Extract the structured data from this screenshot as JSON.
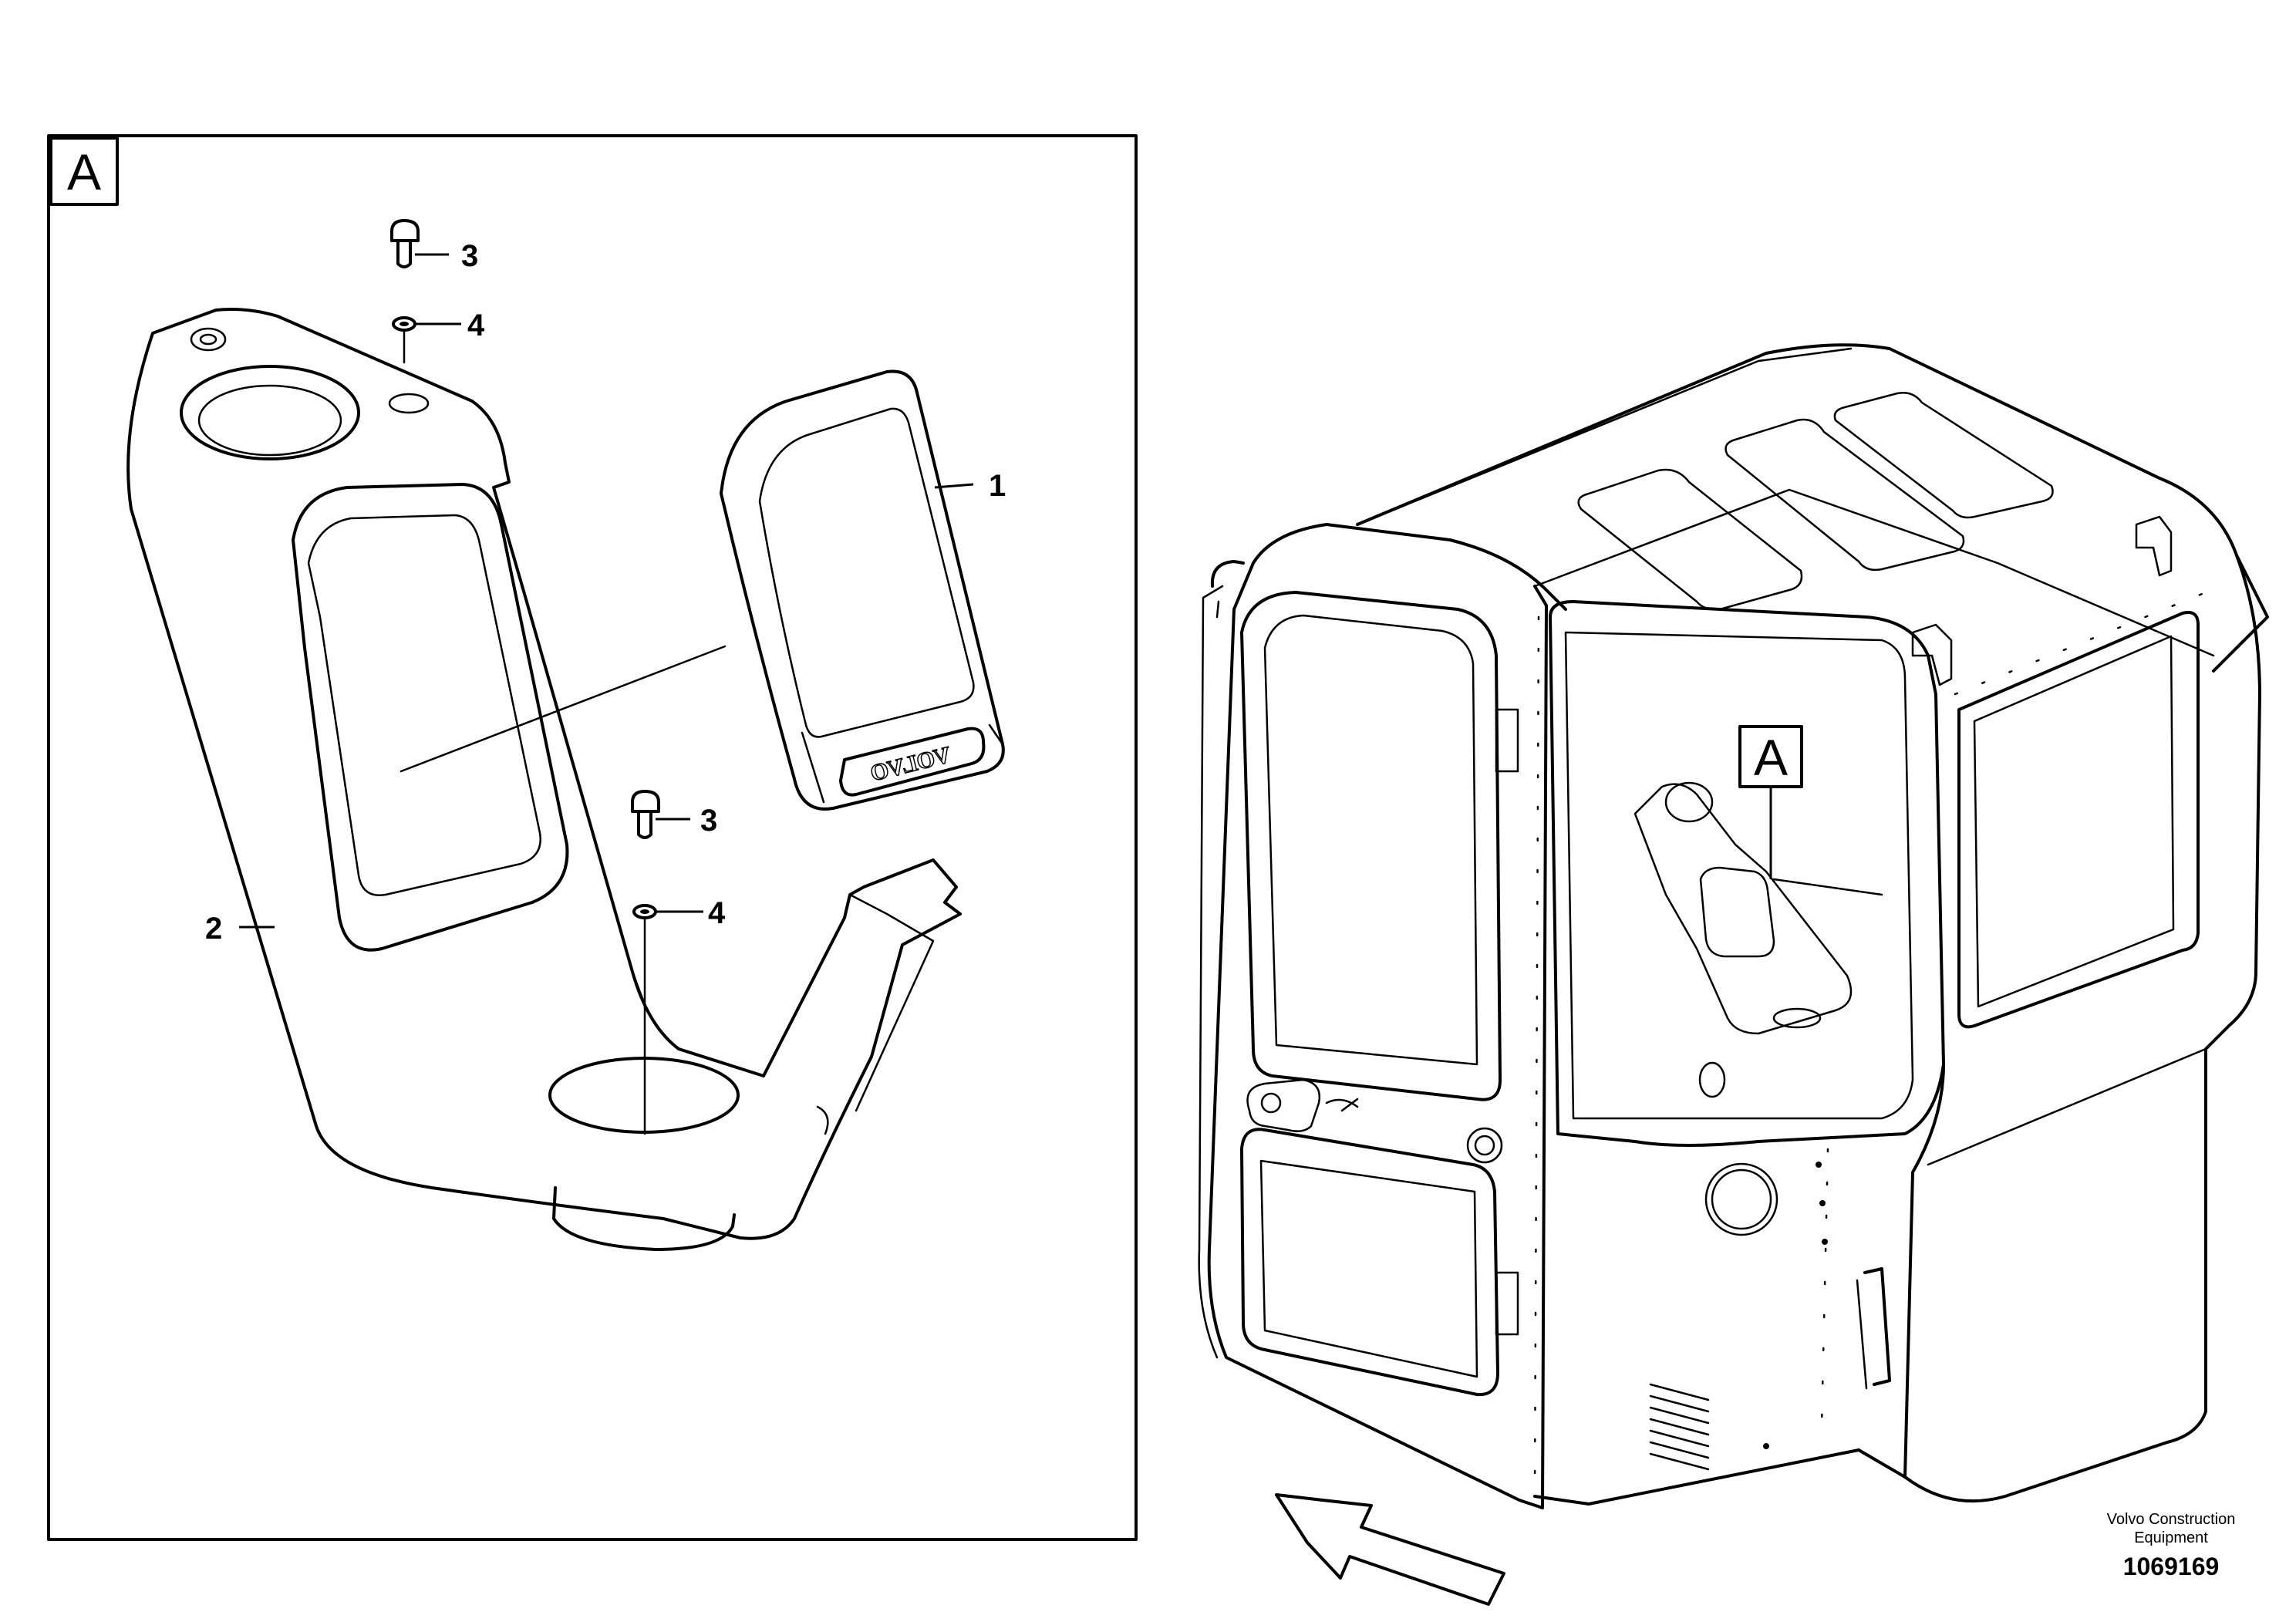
{
  "detail_box": {
    "label": "A"
  },
  "cab_marker": {
    "label": "A"
  },
  "callouts": [
    {
      "id": "1",
      "text": "1"
    },
    {
      "id": "2",
      "text": "2"
    },
    {
      "id": "3a",
      "text": "3"
    },
    {
      "id": "4a",
      "text": "4"
    },
    {
      "id": "3b",
      "text": "3"
    },
    {
      "id": "4b",
      "text": "4"
    }
  ],
  "monitor_logo": "VOLVO",
  "credit": {
    "line1": "Volvo Construction",
    "line2": "Equipment"
  },
  "drawing_number": "1069169",
  "icons": {
    "direction_arrow": "view-direction-arrow-icon"
  }
}
